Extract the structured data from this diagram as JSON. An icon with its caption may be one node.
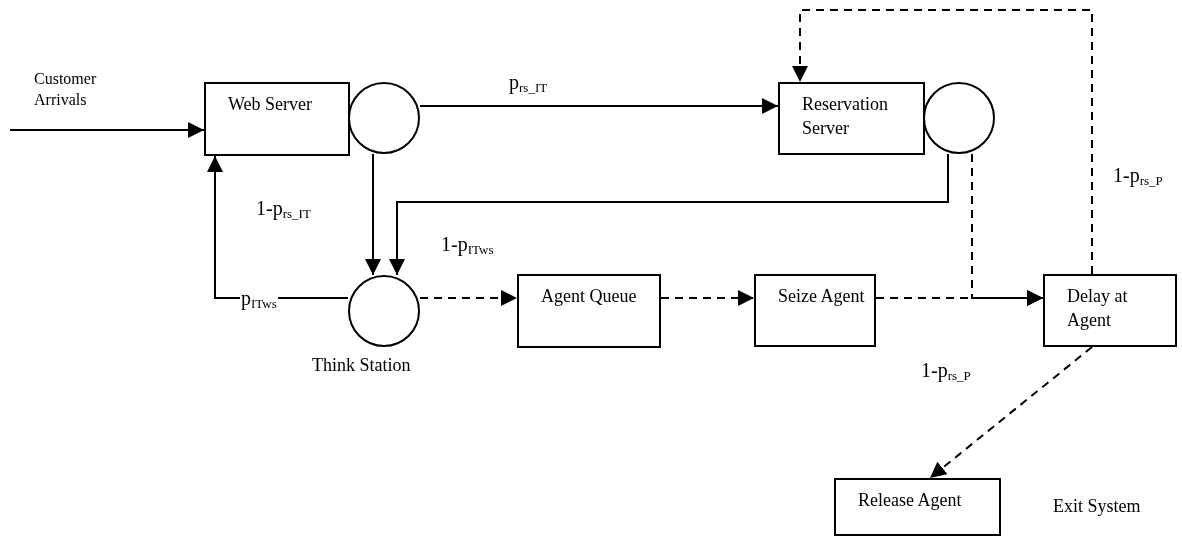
{
  "diagram": {
    "nodes": [
      {
        "text": [
          "Web Server"
        ]
      },
      {
        "text": [],
        "shape": "circle"
      },
      {
        "text": [
          "Reservation Server"
        ]
      },
      {
        "text": [],
        "shape": "circle"
      },
      {
        "text": [],
        "shape": "circle",
        "beside": [
          "Think Station"
        ]
      },
      {
        "text": [
          "Agent Queue"
        ]
      },
      {
        "text": [
          "Seize Agent"
        ]
      },
      {
        "text": [
          "Delay at Agent"
        ]
      },
      {
        "text": [
          "Release Agent"
        ]
      }
    ],
    "edges": [
      {
        "from": null,
        "to": 0,
        "arrow": "to",
        "label": "Customer Arrivals"
      },
      {
        "from": 1,
        "to": 2,
        "arrow": "to",
        "label": "p$_{rs_IT}$"
      },
      {
        "from": 1,
        "to": 4,
        "arrow": "to",
        "label": "1-p$_{rs_IT}$"
      },
      {
        "from": 3,
        "to": 4,
        "arrow": "to"
      },
      {
        "from": 4,
        "to": 0,
        "arrow": "to",
        "label": "p$_{ITws}$"
      },
      {
        "from": 4,
        "to": 5,
        "arrow": "to",
        "style": "dashed",
        "label": "1-p$_{ITws}$"
      },
      {
        "from": 5,
        "to": 6,
        "arrow": "to",
        "style": "dashed"
      },
      {
        "from": 6,
        "to": 7,
        "arrow": "to",
        "style": "dashed",
        "label": "1-p$_{rs_P}$"
      },
      {
        "from": 3,
        "to": 7,
        "arrow": "to",
        "style": "dashed"
      },
      {
        "from": 7,
        "to": 2,
        "arrow": "to",
        "style": "dashed",
        "label": "1-p$_{rs_P}$"
      },
      {
        "from": 7,
        "to": 8,
        "arrow": "to",
        "style": "dashed"
      }
    ],
    "labels": [
      "Exit System"
    ]
  }
}
